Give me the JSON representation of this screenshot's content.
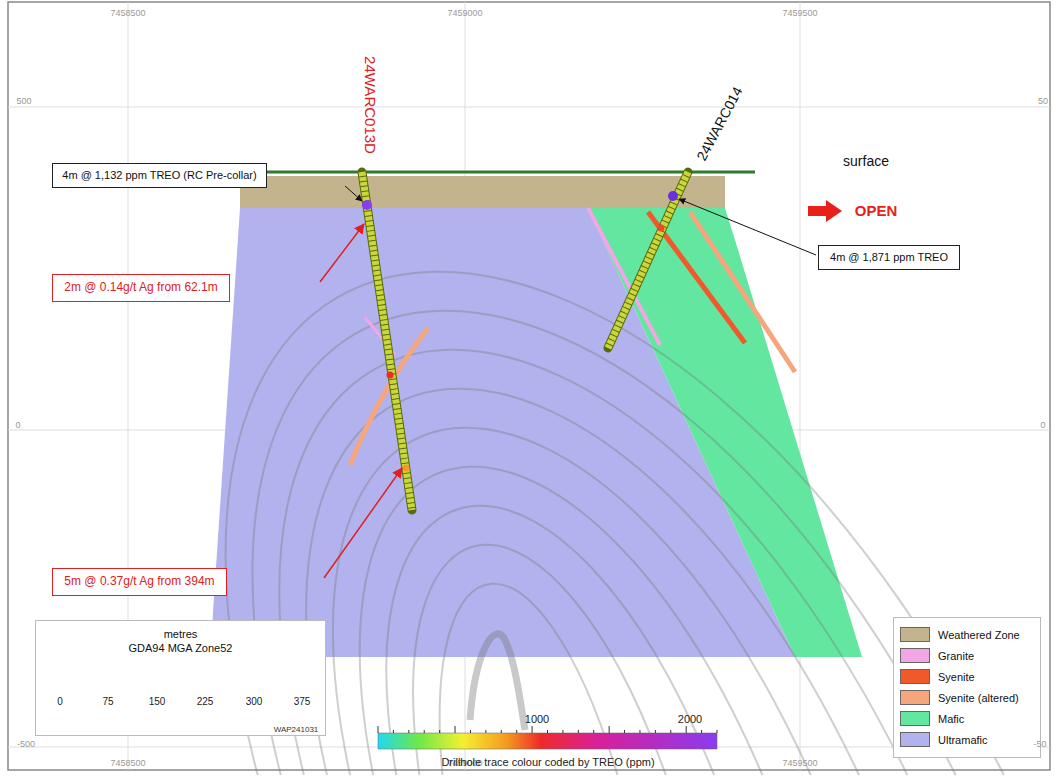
{
  "diagram": {
    "nodes": [
      {
        "text": [
          "4m @ 1,132 ppm TREO (RC Pre-collar)"
        ]
      },
      {
        "text": [
          "4m @ 1,871 ppm TREO"
        ]
      },
      {
        "text": [
          "2m @ 0.14g/t Ag from 62.1m"
        ]
      },
      {
        "text": [
          "5m @ 0.37g/t Ag from 394m"
        ]
      },
      {
        "text": [
          "metres",
          "GDA94 MGA Zone52"
        ]
      }
    ],
    "labels": [
      "7458500",
      "7459000",
      "7459500",
      "500",
      "50",
      "0",
      "0",
      "-500",
      "-50",
      "7458500",
      "7459000",
      "7459500",
      "24WARC013D",
      "24WARC014",
      "surface",
      "OPEN",
      "0",
      "75",
      "150",
      "225",
      "300",
      "375",
      "WAP241031",
      "1000",
      "2000",
      "Drillhole trace colour coded by TREO (ppm)"
    ],
    "legend": [
      {
        "text": "Weathered Zone",
        "color": "#c4b48e"
      },
      {
        "text": "Granite",
        "color": "#f3a6e6"
      },
      {
        "text": "Syenite",
        "color": "#f2592a"
      },
      {
        "text": "Syenite (altered)",
        "color": "#f5a67c"
      },
      {
        "text": "Mafic",
        "color": "#62e6a0"
      },
      {
        "text": "Ultramafic",
        "color": "#b2b2ee"
      }
    ]
  }
}
